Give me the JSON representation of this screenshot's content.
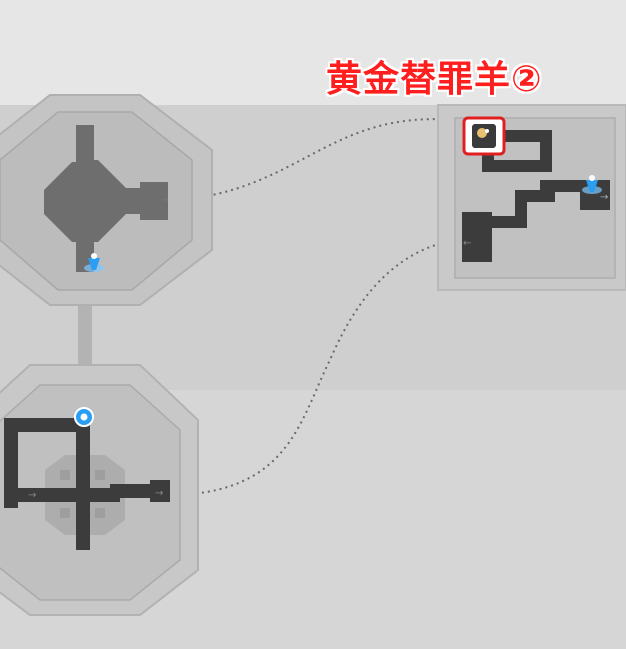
{
  "map_title": "黄金替罪羊②",
  "colors": {
    "title_text": "#ff1e1e",
    "highlight_box": "#e02020",
    "path_dark": "#3a3a3a",
    "waypoint_icon": "#2a9df4"
  },
  "markers": [
    {
      "icon": "teleport-anchor-icon",
      "location": "left-top-room-bottom"
    },
    {
      "icon": "space-anchor-icon",
      "location": "left-bottom-room-top"
    },
    {
      "icon": "teleport-anchor-icon",
      "location": "right-room-exit"
    },
    {
      "icon": "golden-scapegoat-icon",
      "location": "right-room-top-left",
      "highlighted": true
    }
  ]
}
